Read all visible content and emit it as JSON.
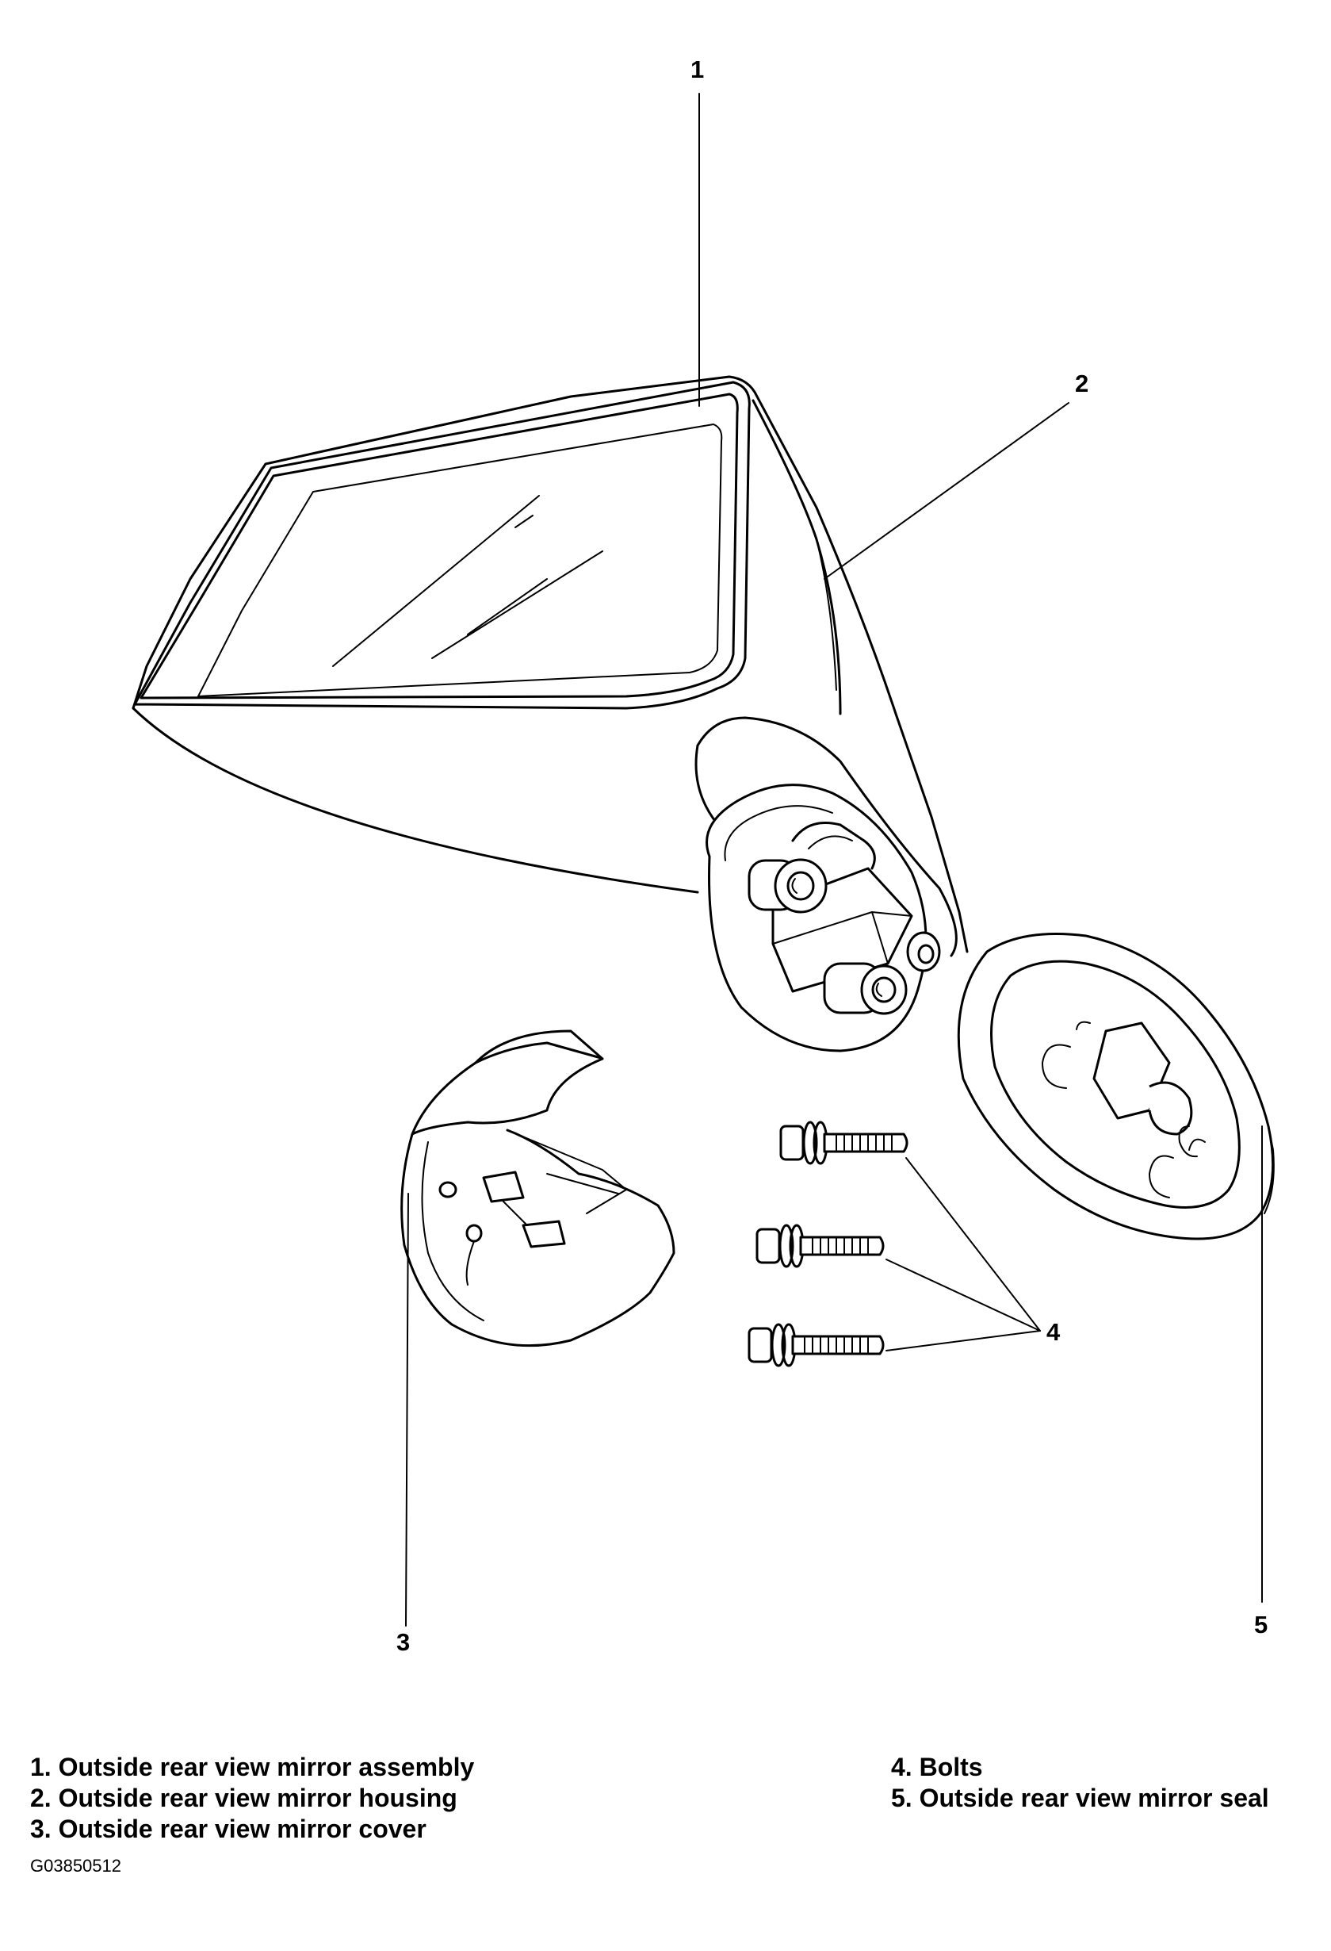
{
  "callouts": {
    "c1": "1",
    "c2": "2",
    "c3": "3",
    "c4": "4",
    "c5": "5"
  },
  "legend": {
    "left": [
      "1. Outside rear view mirror assembly",
      "2. Outside rear view mirror housing",
      "3. Outside rear view mirror cover"
    ],
    "right": [
      "4. Bolts",
      "5. Outside rear view mirror seal"
    ]
  },
  "figure_code": "G03850512"
}
